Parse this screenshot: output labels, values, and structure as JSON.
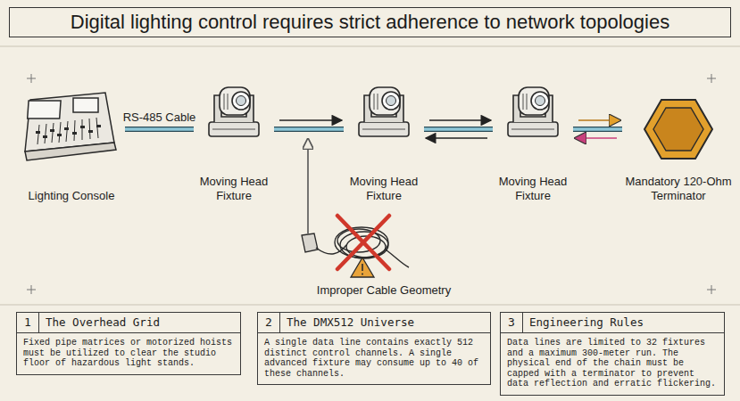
{
  "diagram": {
    "title": "Digital lighting control requires strict adherence to network topologies",
    "nodes": [
      {
        "text": [
          "Lighting Console"
        ]
      },
      {
        "text": [
          "Moving Head Fixture"
        ]
      },
      {
        "text": [
          "Moving Head Fixture"
        ]
      },
      {
        "text": [
          "Moving Head Fixture"
        ]
      },
      {
        "text": [
          "Mandatory 120-Ohm Terminator"
        ]
      },
      {
        "text": [
          "Improper Cable Geometry"
        ]
      },
      {
        "text": [
          "1",
          "The Overhead Grid",
          "Fixed pipe matrices or motorized hoists must be utilized to clear the studio floor of hazardous light stands."
        ]
      },
      {
        "text": [
          "2",
          "The DMX512 Universe",
          "A single data line contains exactly 512 distinct control channels. A single advanced fixture may consume up to 40 of these channels."
        ]
      },
      {
        "text": [
          "3",
          "Engineering Rules",
          "Data lines are limited to 32 fixtures and a maximum 300-meter run. The physical end of the chain must be capped with a terminator to prevent data reflection and erratic flickering."
        ]
      }
    ],
    "edges": [
      {
        "from": 0,
        "to": 1,
        "label": "RS-485 Cable",
        "arrow": "none"
      },
      {
        "from": 1,
        "to": 2,
        "arrow": "to"
      },
      {
        "from": 2,
        "to": 3,
        "arrow": "both"
      },
      {
        "from": 3,
        "to": 4,
        "arrow": "both"
      }
    ]
  }
}
